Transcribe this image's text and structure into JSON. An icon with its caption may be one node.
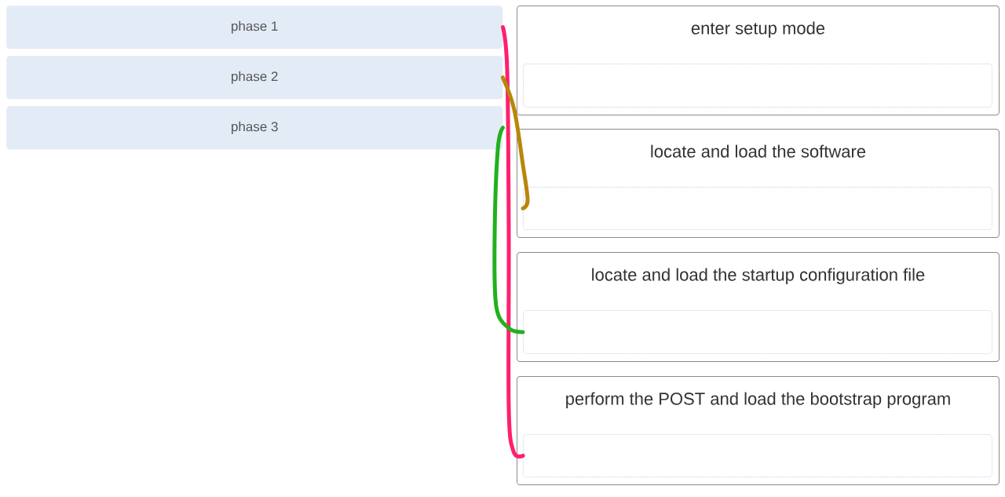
{
  "diagram": {
    "nodes": [
      {
        "text": [
          "phase 1"
        ]
      },
      {
        "text": [
          "phase 2"
        ]
      },
      {
        "text": [
          "phase 3"
        ]
      },
      {
        "text": [
          "enter setup mode"
        ]
      },
      {
        "text": [],
        "shape": "box",
        "in": 3
      },
      {
        "text": [
          "locate and load the software"
        ]
      },
      {
        "text": [],
        "shape": "box",
        "in": 5
      },
      {
        "text": [
          "locate and load the startup configuration file"
        ]
      },
      {
        "text": [],
        "shape": "box",
        "in": 7
      },
      {
        "text": [
          "perform the POST and load the bootstrap program"
        ]
      },
      {
        "text": [],
        "shape": "box",
        "in": 9
      }
    ],
    "edges": [
      {
        "from": 0,
        "to": 10,
        "arrow": "none",
        "color": "#ff1f6e"
      },
      {
        "from": 1,
        "to": 6,
        "arrow": "none",
        "color": "#b8860b"
      },
      {
        "from": 2,
        "to": 8,
        "arrow": "none",
        "color": "#22b01e"
      }
    ]
  }
}
